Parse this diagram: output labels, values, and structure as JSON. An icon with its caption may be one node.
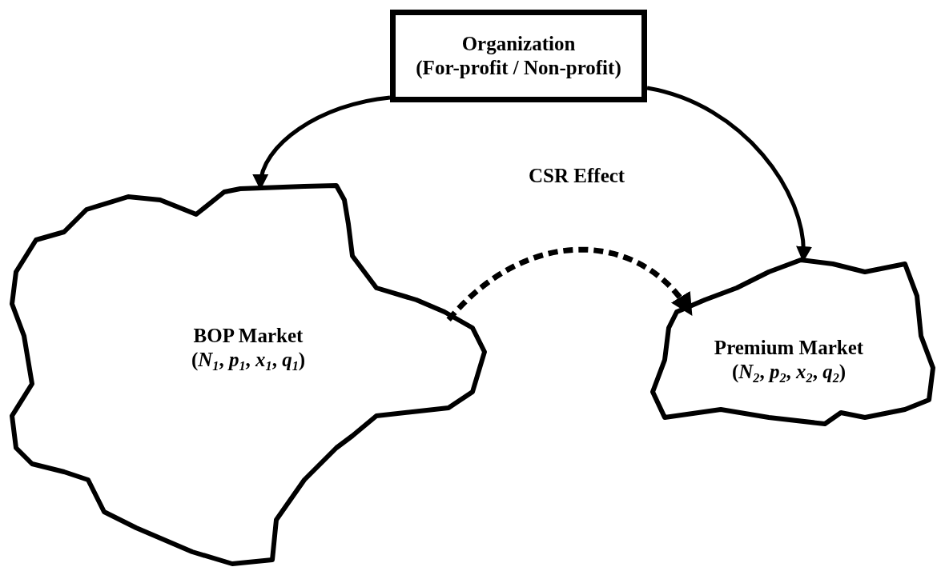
{
  "diagram": {
    "nodes": [
      {
        "text": [
          "Organization",
          "(For-profit / Non-profit)"
        ]
      },
      {
        "text": [
          "BOP Market",
          "(*N*$_{1}$, *p*$_{1}$, *x*$_{1}$, *q*$_{1}$)"
        ]
      },
      {
        "text": [
          "Premium Market",
          "(*N*$_{2}$, *p*$_{2}$, *x*$_{2}$, *q*$_{2}$)"
        ]
      }
    ],
    "edges": [
      {
        "from": 0,
        "to": 1,
        "arrow": "to"
      },
      {
        "from": 0,
        "to": 2,
        "arrow": "to"
      },
      {
        "from": 1,
        "to": 2,
        "arrow": "to",
        "label": "CSR Effect",
        "style": "dashed"
      }
    ]
  }
}
